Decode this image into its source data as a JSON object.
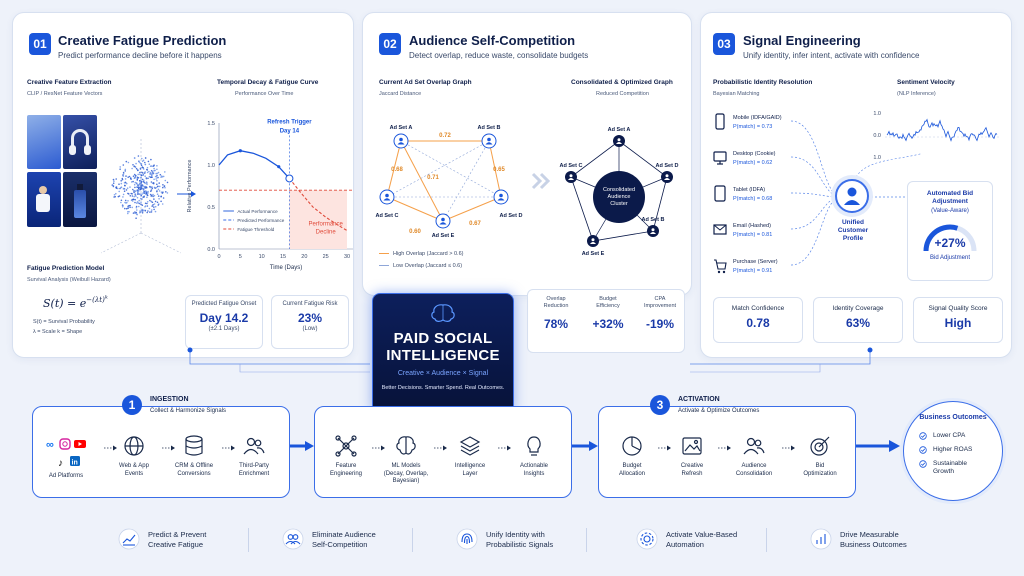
{
  "panels": [
    {
      "num": "01",
      "title": "Creative Fatigue Prediction",
      "subtitle": "Predict performance decline before it happens"
    },
    {
      "num": "02",
      "title": "Audience Self-Competition",
      "subtitle": "Detect overlap, reduce waste, consolidate budgets"
    },
    {
      "num": "03",
      "title": "Signal Engineering",
      "subtitle": "Unify identity, infer intent, activate with confidence"
    }
  ],
  "p1": {
    "feature_title": "Creative Feature Extraction",
    "feature_sub": "CLIP / ResNet Feature Vectors",
    "decay_title": "Temporal Decay & Fatigue Curve",
    "decay_sub": "Performance Over Time",
    "model_title": "Fatigue Prediction Model",
    "model_sub": "Survival Analysis (Weibull Hazard)",
    "formula": "S(t) = e",
    "formula_exp": "−(λt)",
    "formula_k": "k",
    "legend1": "S(t) = Survival Probability",
    "legend2": "λ = Scale   k = Shape",
    "chart": {
      "ylabel": "Relative Performance",
      "xlabel": "Time (Days)",
      "yticks": [
        "1.5",
        "1.0",
        "0.5",
        "0.0"
      ],
      "xticks": [
        "0",
        "5",
        "10",
        "15",
        "20",
        "25",
        "30"
      ],
      "refresh_label": "Refresh Trigger",
      "refresh_day": "Day 14",
      "decline_label": "Performance",
      "decline_label2": "Decline",
      "legend": [
        "Actual Performance",
        "Predicted Performance",
        "Fatigue Threshold"
      ]
    },
    "onset_label": "Predicted Fatigue Onset",
    "onset_value": "Day 14.2",
    "onset_sub": "(±2.1 Days)",
    "risk_label": "Current Fatigue Risk",
    "risk_value": "23%",
    "risk_sub": "(Low)"
  },
  "p2": {
    "overlap_title": "Current Ad Set Overlap Graph",
    "overlap_sub": "Jaccard Distance",
    "consolidated_title": "Consolidated & Optimized Graph",
    "consolidated_sub": "Reduced Competition",
    "nodes": [
      "Ad Set A",
      "Ad Set B",
      "Ad Set C",
      "Ad Set D",
      "Ad Set E"
    ],
    "edge_values": [
      "0.72",
      "0.68",
      "0.71",
      "0.65",
      "0.60",
      "0.67"
    ],
    "cluster": [
      "Consolidated",
      "Audience",
      "Cluster"
    ],
    "legend_high": "High Overlap (Jaccard > 0.6)",
    "legend_low": "Low Overlap (Jaccard ≤ 0.6)",
    "metrics": [
      {
        "label": "Overlap\nReduction",
        "value": "78%"
      },
      {
        "label": "Budget\nEfficiency",
        "value": "+32%"
      },
      {
        "label": "CPA\nImprovement",
        "value": "-19%"
      }
    ]
  },
  "p3": {
    "identity_title": "Probabilistic Identity Resolution",
    "identity_sub": "Bayesian Matching",
    "sentiment_title": "Sentiment Velocity",
    "sentiment_sub": "(NLP Inference)",
    "sent_ticks": [
      "1.0",
      "0.0",
      "-1.0"
    ],
    "devices": [
      {
        "name": "Mobile (IDFA/GAID)",
        "p": "P(match) = 0.73"
      },
      {
        "name": "Desktop (Cookie)",
        "p": "P(match) = 0.62"
      },
      {
        "name": "Tablet (IDFA)",
        "p": "P(match) = 0.68"
      },
      {
        "name": "Email (Hashed)",
        "p": "P(match) = 0.81"
      },
      {
        "name": "Purchase (Server)",
        "p": "P(match) = 0.91"
      }
    ],
    "profile": [
      "Unified",
      "Customer",
      "Profile"
    ],
    "bid_title": "Automated Bid Adjustment",
    "bid_sub": "(Value-Aware)",
    "bid_value": "+27%",
    "bid_label": "Bid Adjustment",
    "bid_fraction": 0.6,
    "metrics": [
      {
        "label": "Match Confidence",
        "value": "0.78"
      },
      {
        "label": "Identity Coverage",
        "value": "63%"
      },
      {
        "label": "Signal Quality Score",
        "value": "High"
      }
    ]
  },
  "center": {
    "title1": "PAID SOCIAL",
    "title2": "INTELLIGENCE",
    "tagline": "Creative × Audience × Signal",
    "sub": "Better Decisions. Smarter Spend. Real Outcomes."
  },
  "flow": {
    "ingestion_num": "1",
    "ingestion_title": "INGESTION",
    "ingestion_sub": "Collect & Harmonize Signals",
    "ingestion_steps": [
      "Ad Platforms",
      "Web & App\nEvents",
      "CRM & Offline\nConversions",
      "Third-Party\nEnrichment"
    ],
    "intel_steps": [
      "Feature\nEngineering",
      "ML Models\n(Decay, Overlap,\nBayesian)",
      "Intelligence\nLayer",
      "Actionable\nInsights"
    ],
    "activation_num": "3",
    "activation_title": "ACTIVATION",
    "activation_sub": "Activate & Optimize Outcomes",
    "activation_steps": [
      "Budget\nAllocation",
      "Creative\nRefresh",
      "Audience\nConsolidation",
      "Bid\nOptimization"
    ],
    "outcomes_title": "Business Outcomes",
    "outcomes": [
      "Lower CPA",
      "Higher ROAS",
      "Sustainable\nGrowth"
    ]
  },
  "footer": [
    "Predict & Prevent\nCreative Fatigue",
    "Eliminate Audience\nSelf-Competition",
    "Unify Identity with\nProbabilistic Signals",
    "Activate Value-Based\nAutomation",
    "Drive Measurable\nBusiness Outcomes"
  ],
  "colors": {
    "accent": "#1a56db",
    "navy": "#0b1a4a",
    "orange": "#f5a04a",
    "red": "#e04a3a"
  }
}
